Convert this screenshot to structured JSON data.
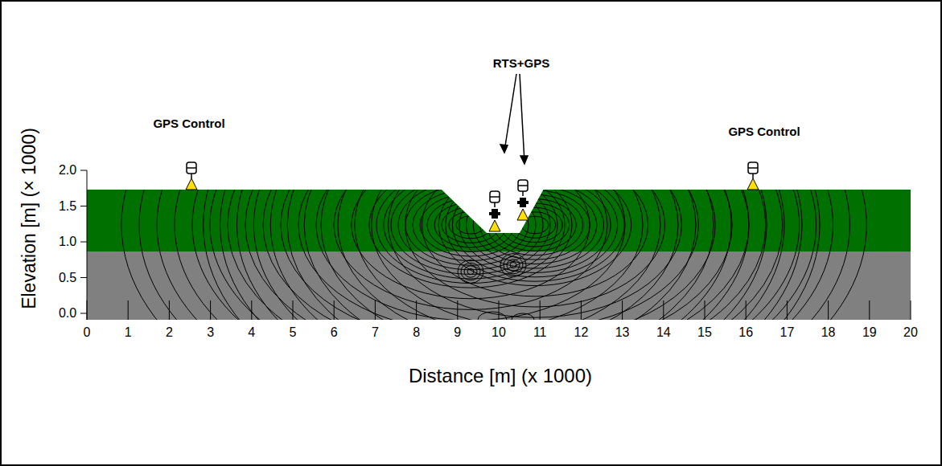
{
  "diagram": {
    "labels": [
      "GPS Control",
      "RTS+GPS",
      "GPS Control",
      "2.0",
      "1.5",
      "1.0",
      "0.5",
      "0.0",
      "0",
      "1",
      "2",
      "3",
      "4",
      "5",
      "6",
      "7",
      "8",
      "9",
      "10",
      "11",
      "12",
      "13",
      "14",
      "15",
      "16",
      "17",
      "18",
      "19",
      "20",
      "Elevation [m] (× 1000)",
      "Distance [m] (x 1000)"
    ]
  }
}
